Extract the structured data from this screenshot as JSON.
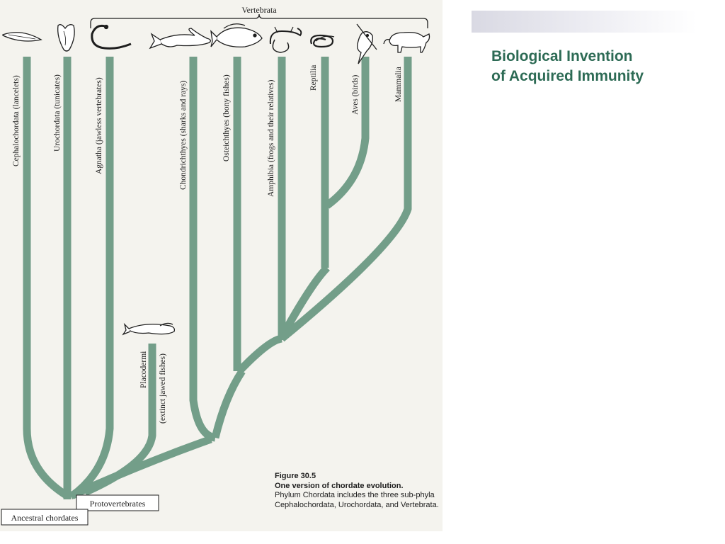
{
  "slide": {
    "title_line1": "Biological Invention",
    "title_line2": "of Acquired Immunity"
  },
  "figure": {
    "group_label": "Vertebrata",
    "taxa": [
      {
        "label": "Cephalochordata (lancelets)",
        "icon": "lancelet-icon"
      },
      {
        "label": "Urochordata (tunicates)",
        "icon": "tunicate-icon"
      },
      {
        "label": "Agnatha (jawless vertebrates)",
        "icon": "lamprey-icon"
      },
      {
        "label": "Chondrichthyes (sharks and rays)",
        "icon": "shark-icon"
      },
      {
        "label": "Osteichthyes (bony fishes)",
        "icon": "bony-fish-icon"
      },
      {
        "label": "Amphibia (frogs and their relatives)",
        "icon": "salamander-icon"
      },
      {
        "label": "Reptilia",
        "icon": "snake-icon"
      },
      {
        "label": "Aves (birds)",
        "icon": "bird-icon"
      },
      {
        "label": "Mammalia",
        "icon": "mammal-icon"
      }
    ],
    "extinct": {
      "label_line1": "Placodermi",
      "label_line2": "(extinct jawed fishes)",
      "icon": "placoderm-icon"
    },
    "boxes": {
      "protovertebrates": "Protovertebrates",
      "ancestral": "Ancestral chordates"
    },
    "branch_color": "#739e89",
    "caption": {
      "number": "Figure 30.5",
      "headline": "One version of chordate evolution.",
      "body": "Phylum Chordata includes the three sub-phyla Cephalochordata, Urochordata, and Vertebrata."
    }
  }
}
